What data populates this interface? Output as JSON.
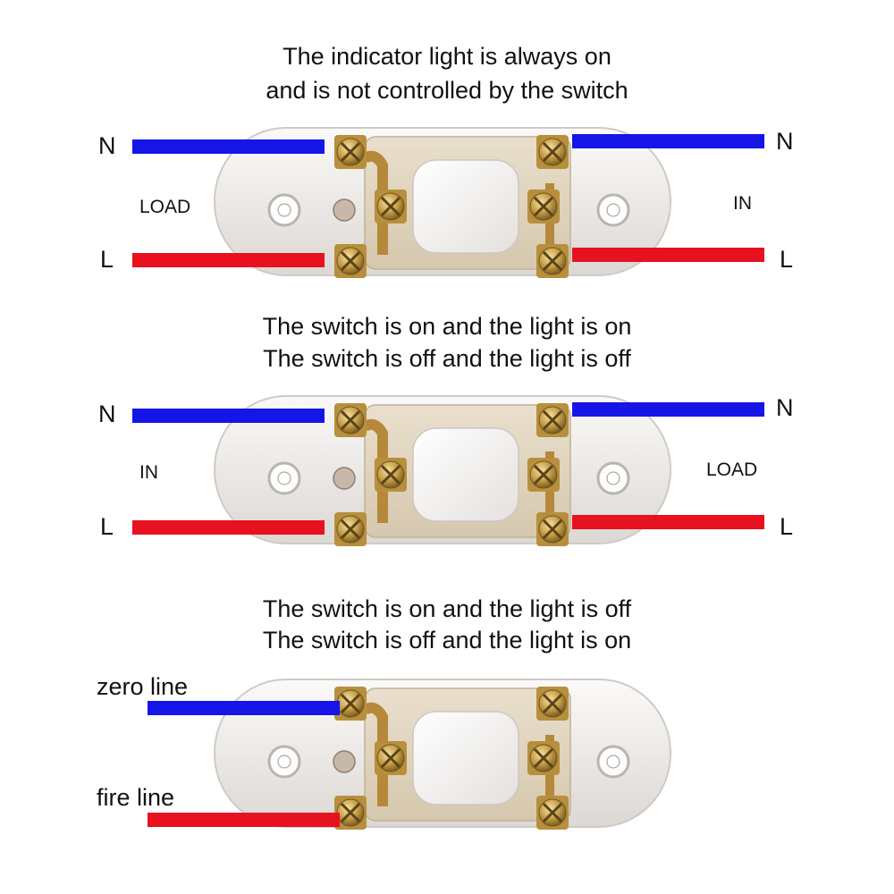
{
  "colors": {
    "neutral_wire": "#1515e8",
    "live_wire": "#e8111f",
    "housing": "#f1efed",
    "brass": "#c9a14a"
  },
  "panels": [
    {
      "caption_line1": "The indicator light is always on",
      "caption_line2": "and is not controlled by the switch",
      "left_n": "N",
      "left_l": "L",
      "left_side": "LOAD",
      "right_n": "N",
      "right_l": "L",
      "right_side": "IN"
    },
    {
      "caption_line1": "The switch is on and the light is on",
      "caption_line2": "The switch is off and the light is off",
      "left_n": "N",
      "left_l": "L",
      "left_side": "IN",
      "right_n": "N",
      "right_l": "L",
      "right_side": "LOAD"
    },
    {
      "caption_line1": "The switch is on and the light is off",
      "caption_line2": "The switch is off and the light is on",
      "left_top": "zero line",
      "left_bottom": "fire line"
    }
  ]
}
